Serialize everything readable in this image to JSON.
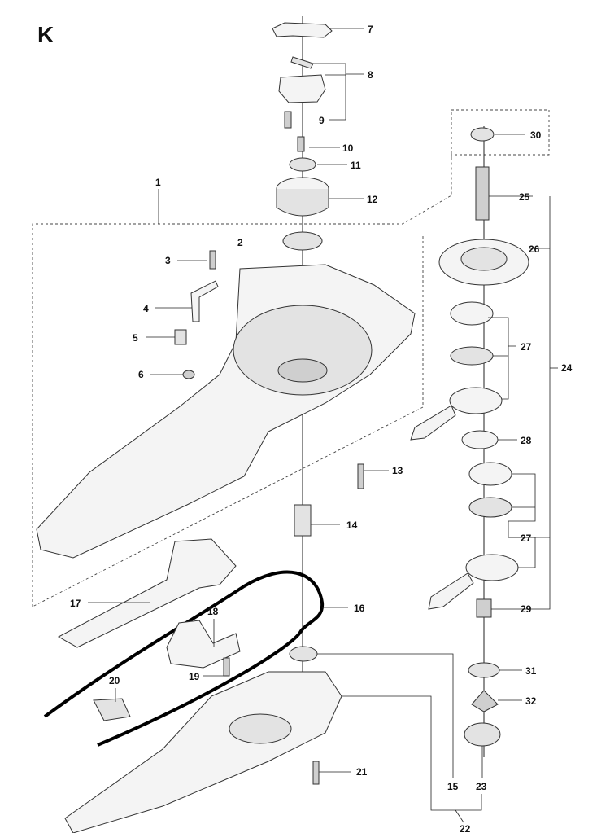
{
  "section_letter": "K",
  "callouts": {
    "c1": "1",
    "c2": "2",
    "c3": "3",
    "c4": "4",
    "c5": "5",
    "c6": "6",
    "c7": "7",
    "c8": "8",
    "c9": "9",
    "c10": "10",
    "c11": "11",
    "c12": "12",
    "c13": "13",
    "c14": "14",
    "c15": "15",
    "c16": "16",
    "c17": "17",
    "c18": "18",
    "c19": "19",
    "c20": "20",
    "c21": "21",
    "c22": "22",
    "c23": "23",
    "c24": "24",
    "c25": "25",
    "c26": "26",
    "c27a": "27",
    "c27b": "27",
    "c28": "28",
    "c29": "29",
    "c30": "30",
    "c31": "31",
    "c32": "32"
  }
}
